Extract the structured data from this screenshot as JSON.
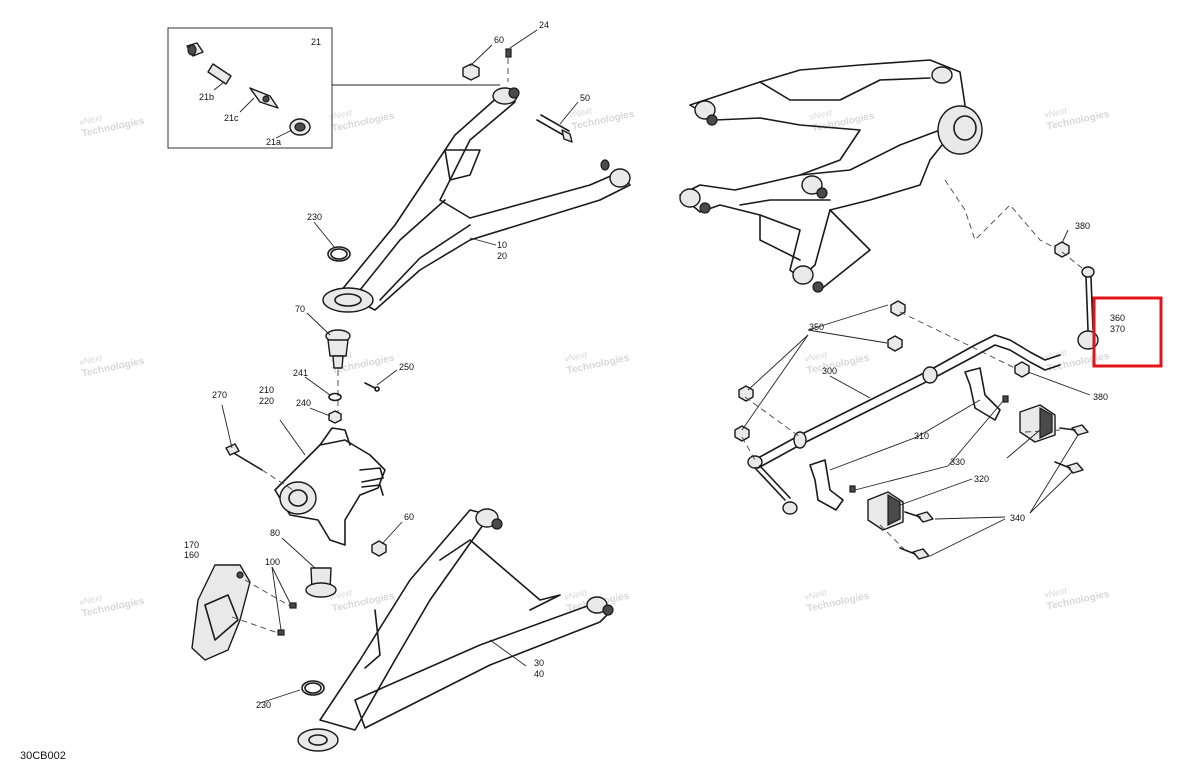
{
  "diagram_ref": "30CB002",
  "watermark": {
    "line1": "vNext",
    "line2": "Technologies",
    "combined": "vNext Technologies"
  },
  "callouts": {
    "c21": "21",
    "c21a": "21a",
    "c21b": "21b",
    "c21c": "21c",
    "c24": "24",
    "c60_top": "60",
    "c50": "50",
    "c10": "10",
    "c20": "20",
    "c230_top": "230",
    "c70": "70",
    "c241": "241",
    "c250": "250",
    "c240": "240",
    "c270": "270",
    "c210": "210",
    "c220": "220",
    "c60_mid": "60",
    "c80": "80",
    "c170": "170",
    "c160": "160",
    "c100": "100",
    "c230_bot": "230",
    "c30": "30",
    "c40": "40",
    "c380_top": "380",
    "c360": "360",
    "c370": "370",
    "c350": "350",
    "c300": "300",
    "c380_mid": "380",
    "c310": "310",
    "c330": "330",
    "c320": "320",
    "c340": "340"
  },
  "highlight": {
    "label": "360 / 370",
    "color": "#e0141b"
  }
}
